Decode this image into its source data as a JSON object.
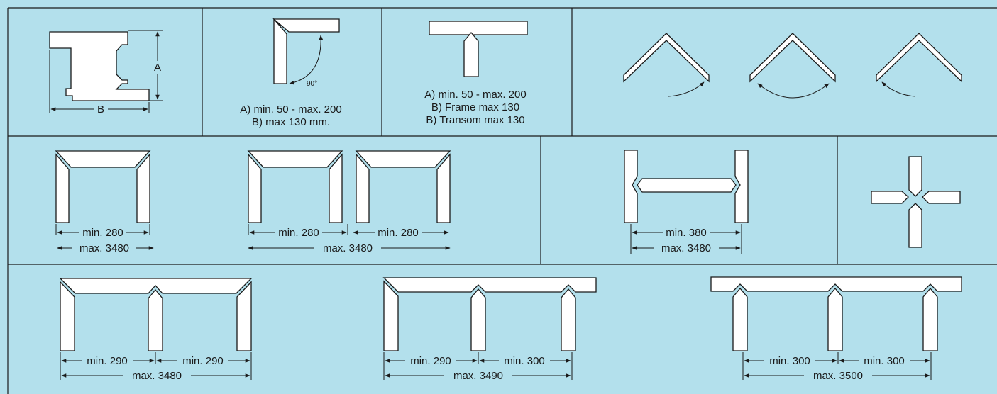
{
  "colors": {
    "background": "#b3e0ec",
    "lines": "#1a1a1a",
    "parts": "#ffffff"
  },
  "cell1": {
    "label_a": "A",
    "label_b": "B"
  },
  "cell2": {
    "angle": "90°",
    "line1": "A)  min. 50 - max. 200",
    "line2": "B)  max 130 mm."
  },
  "cell3": {
    "line1": "A)  min. 50 - max. 200",
    "line2": "B) Frame max 130",
    "line3": "B) Transom max 130"
  },
  "row2": {
    "frame1": {
      "min": "min. 280",
      "max": "max. 3480"
    },
    "frame2": {
      "min_left": "min. 280",
      "min_right": "min. 280",
      "max": "max. 3480"
    },
    "hjoint": {
      "min": "min. 380",
      "max": "max. 3480"
    }
  },
  "row3": {
    "frame1": {
      "min_left": "min. 290",
      "min_right": "min. 290",
      "max": "max. 3480"
    },
    "frame2": {
      "min_left": "min. 290",
      "min_right": "min. 300",
      "max": "max. 3490"
    },
    "frame3": {
      "min_left": "min. 300",
      "min_right": "min. 300",
      "max": "max. 3500"
    }
  }
}
